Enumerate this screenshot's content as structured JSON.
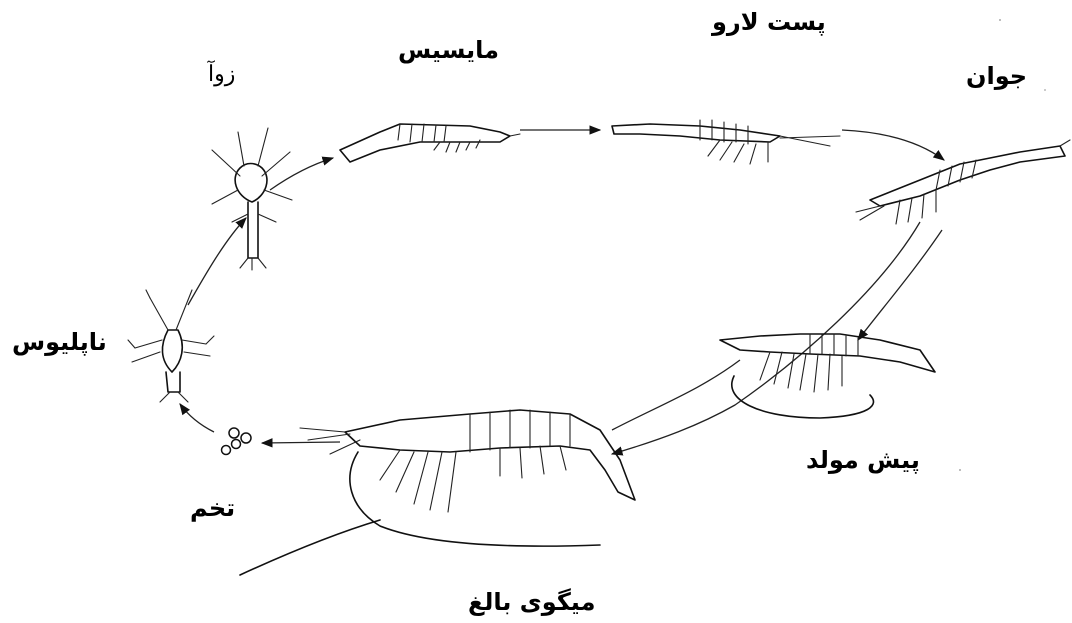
{
  "lifecycle": {
    "stages": {
      "zoea": "زوآ",
      "mysis": "مايسيس",
      "postlarva": "پست لارو",
      "juvenile": "جوان",
      "nauplius": "ناپليوس",
      "preadult": "پيش مولد",
      "egg": "تخم",
      "adult": "ميگوی بالغ"
    }
  }
}
